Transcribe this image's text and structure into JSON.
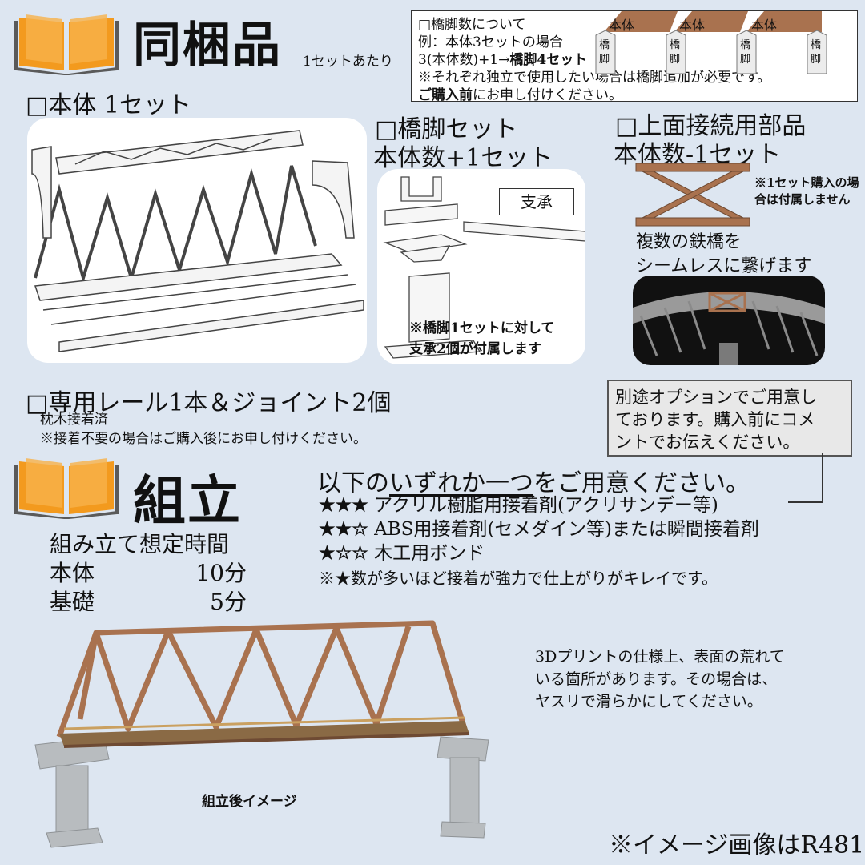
{
  "top": {
    "title": "同梱品",
    "title_sub": "1セットあたり"
  },
  "note_box": {
    "line1": "□橋脚数について",
    "line2": "例：本体3セットの場合",
    "line3_a": "3(本体数)+1→",
    "line3_b": "橋脚4セット",
    "line4": "※それぞれ独立で使用したい場合は橋脚追加が必要です。",
    "line5_a": "ご購入前",
    "line5_b": "にお申し付けください。",
    "body_labels": [
      "本体",
      "本体",
      "本体"
    ],
    "pier_label": [
      "橋",
      "脚"
    ]
  },
  "items": {
    "body": "□本体 1セット",
    "pier": "□橋脚セット",
    "pier_count": "本体数+1セット",
    "bearing_label": "支承",
    "pier_note_1": "※橋脚1セットに対して",
    "pier_note_2": "支承2個が付属します",
    "connector": "□上面接続用部品",
    "connector_count": "本体数-1セット",
    "connector_note": "※1セット購入の場合は付属しません",
    "seamless_1": "複数の鉄橋を",
    "seamless_2": "シームレスに繋げます",
    "rail": "□専用レール1本＆ジョイント2個",
    "rail_note_1": "枕木接着済",
    "rail_note_2": "※接着不要の場合はご購入後にお申し付けください。"
  },
  "option_box": {
    "text_1": "別途オプションでご用意し",
    "text_2": "ております。購入前にコメ",
    "text_3": "ントでお伝えください。"
  },
  "assembly": {
    "title": "組立",
    "time_label": "組み立て想定時間",
    "rows": [
      {
        "label": "本体",
        "value": "10分"
      },
      {
        "label": "基礎",
        "value": "5分"
      }
    ],
    "glue_head_a": "以下の",
    "glue_head_b": "いずれか一つ",
    "glue_head_c": "をご用意ください。",
    "glues": [
      {
        "stars": "★★★",
        "text": "アクリル樹脂用接着剤(アクリサンデー等)"
      },
      {
        "stars": "★★☆",
        "text": "ABS用接着剤(セメダイン等)または瞬間接着剤"
      },
      {
        "stars": "★☆☆",
        "text": "木工用ボンド"
      }
    ],
    "glue_note": "※★数が多いほど接着が強力で仕上がりがキレイです。",
    "print_note_1": "3Dプリントの仕様上、表面の荒れて",
    "print_note_2": "いる箇所があります。その場合は、",
    "print_note_3": "ヤスリで滑らかにしてください。",
    "image_caption": "組立後イメージ",
    "footer": "※イメージ画像はR481"
  },
  "colors": {
    "background": "#dde6f1",
    "book_orange": "#f39a1e",
    "bridge_brown": "#a9724f",
    "pier_gray": "#b8bcbf"
  }
}
